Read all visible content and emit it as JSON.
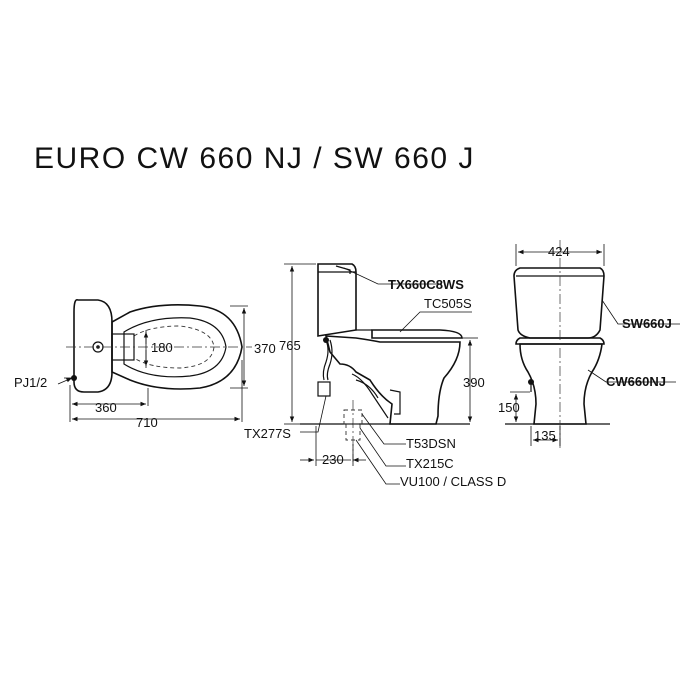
{
  "title": "EURO CW 660 NJ / SW 660 J",
  "plan_view": {
    "dim_width_front": "370",
    "dim_hole_spacing": "180",
    "dim_center": "360",
    "dim_total": "710",
    "supply_label": "PJ1/2"
  },
  "side_view": {
    "dim_height": "765",
    "dim_seat_height": "390",
    "dim_outlet": "230",
    "label_tank_fitting": "TX660C8WS",
    "label_seat": "TC505S",
    "label_supply_hose": "TX277S",
    "label_flange": "T53DSN",
    "label_outlet_pipe": "TX215C",
    "label_class": "VU100 / CLASS D"
  },
  "front_view": {
    "dim_width": "424",
    "dim_inlet_height": "150",
    "dim_foot": "135",
    "label_tank": "SW660J",
    "label_bowl": "CW660NJ"
  }
}
